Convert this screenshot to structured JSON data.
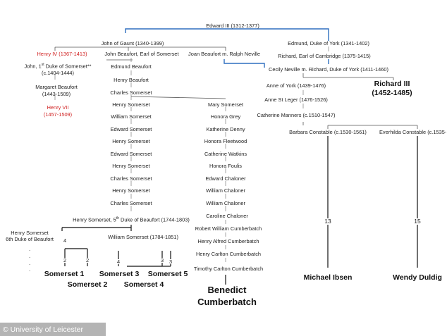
{
  "tree": {
    "edward3": "Edward III (1312-1377)",
    "gaunt": "John of Gaunt (1340-1399)",
    "edmund_york": "Edmund, Duke of York (1341-1402)",
    "henry4": "Henry IV (1367-1413)",
    "john_beaufort": "John Beaufort, Earl of Somerset",
    "joan_beaufort": "Joan Beaufort m. Ralph Neville",
    "richard_cambridge": "Richard, Earl of Cambridge (1375-1415)",
    "john_somerset_a": "John, 1",
    "john_somerset_sup": "st",
    "john_somerset_b": " Duke of Somerset**",
    "john_somerset_dates": "(c.1404-1444)",
    "edmund_beaufort": "Edmund Beaufort",
    "cecily": "Cecily Neville m. Richard, Duke of York (1411-1460)",
    "margaret_beaufort": "Margaret Beaufort",
    "margaret_beaufort_dates": "(1443-1509)",
    "henry_beaufort": "Henry Beaufort",
    "anne_york": "Anne of York (1439-1476)",
    "richard3": "Richard III",
    "richard3_dates": "(1452-1485)",
    "henry7": "Henry VII",
    "henry7_dates": "(1457-1509)",
    "charles_somerset_1": "Charles Somerset",
    "anne_stleger": "Anne St Leger (1476-1526)",
    "henry_somerset_1": "Henry Somerset",
    "mary_somerset": "Mary Somerset",
    "catherine_manners": "Catherine Manners (c.1510-1547)",
    "william_somerset_1": "William Somerset",
    "honora_grey": "Honora Grey",
    "barbara": "Barbara Constable (c.1530-1561)",
    "everhilda": "Everhilda Constable (c.1535-",
    "edward_somerset_1": "Edward Somerset",
    "katherine_denny": "Katherine Denny",
    "henry_somerset_2": "Henry Somerset",
    "honora_fleetwood": "Honora Fleetwood",
    "edward_somerset_2": "Edward Somerset",
    "catherine_watkins": "Catherine Watkins",
    "henry_somerset_3": "Henry Somerset",
    "honora_foulis": "Honora Foulis",
    "charles_somerset_2": "Charles Somerset",
    "edward_chaloner": "Edward Chaloner",
    "henry_somerset_4": "Henry Somerset",
    "william_chaloner_1": "William Chaloner",
    "charles_somerset_3": "Charles Somerset",
    "william_chaloner_2": "William Chaloner",
    "henry_5th_a": "Henry Somerset, 5",
    "henry_5th_sup": "th",
    "henry_5th_b": " Duke of Beaufort (1744-1803)",
    "caroline_chaloner": "Caroline Chaloner",
    "henry_6th": "Henry Somerset",
    "henry_6th_title": "6th Duke of Beaufort",
    "william_somerset_2": "William Somerset (1784-1851)",
    "robert_cumberbatch": "Robert William Cumberbatch",
    "henry_alfred": "Henry Alfred Cumberbatch",
    "henry_carlton": "Henry Carlton Cumberbatch",
    "timothy": "Timothy Carlton Cumberbatch",
    "benedict_1": "Benedict",
    "benedict_2": "Cumberbatch",
    "michael_ibsen": "Michael Ibsen",
    "wendy_duldig": "Wendy Duldig",
    "somerset1": "Somerset 1",
    "somerset2": "Somerset 2",
    "somerset3": "Somerset 3",
    "somerset4": "Somerset 4",
    "somerset5": "Somerset 5",
    "gen_4a": "4",
    "gen_2a": "2",
    "gen_2b": "2",
    "gen_4b": "4",
    "gen_3a": "3",
    "gen_3b": "3",
    "gen_13": "13",
    "gen_15": "15"
  },
  "footer": {
    "copyright": "© University of Leicester"
  },
  "colors": {
    "connector_blue": "#2f6fbf",
    "royal_red": "#d02020",
    "footer_gray": "#b4b4b4"
  }
}
